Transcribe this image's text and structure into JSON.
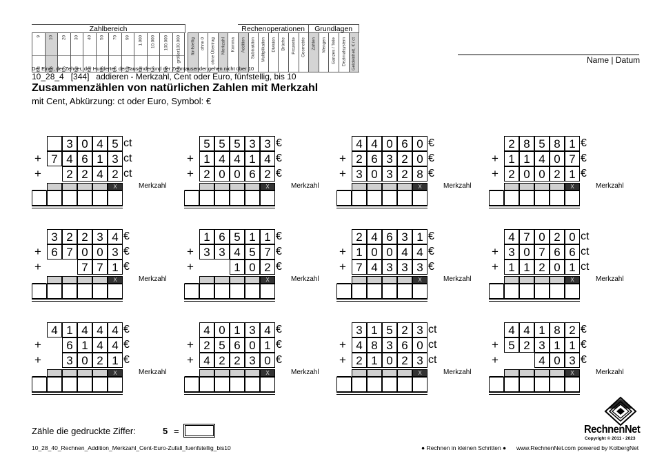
{
  "header": {
    "groups": [
      "Zahlbereich",
      "Rechenoperationen",
      "Grundlagen"
    ],
    "range_top": [
      "9",
      "10",
      "20",
      "30",
      "40",
      "50",
      "70",
      "99",
      "1.000",
      "10.000",
      "100.000",
      "größer100.000"
    ],
    "range_bottom": "bis",
    "range_shaded_index": 1,
    "columns": [
      "fünfstellig",
      "ohne 0",
      "ohne Übertrag",
      "Merkzahl",
      "Komma",
      "Addition",
      "Subtraktion",
      "Multiplikation",
      "Division",
      "Brüche",
      "Prozente",
      "Geometrie",
      "Zahlen",
      "Mengen",
      "Ganzes / Teile",
      "Dezimalsystem",
      "Geldeinheit, € / ct"
    ],
    "shaded_columns": [
      0,
      3,
      5,
      12,
      16
    ],
    "note": "Der Einer, der Zehner, der Hunderter, der Tausender und der Zehntausender gehen nicht über 10",
    "name_label": "Name | Datum"
  },
  "title": {
    "code_line": "10_28_4   [344]   addieren - Merkzahl, Cent oder Euro, fünfstellig, bis 10",
    "main": "Zusammenzählen von natürlichen Zahlen mit Merkzahl",
    "sub": "mit Cent, Abkürzung: ct oder Euro, Symbol: €"
  },
  "merkzahl_label": "Merkzahl",
  "carry_mark": "X",
  "problems": [
    {
      "rows": [
        "3045",
        "74613",
        "2242"
      ],
      "unit": "ct"
    },
    {
      "rows": [
        "55533",
        "14414",
        "20062"
      ],
      "unit": "€"
    },
    {
      "rows": [
        "44060",
        "26320",
        "30328"
      ],
      "unit": "€"
    },
    {
      "rows": [
        "28581",
        "11407",
        "20021"
      ],
      "unit": "€"
    },
    {
      "rows": [
        "32234",
        "67003",
        "771"
      ],
      "unit": "€"
    },
    {
      "rows": [
        "16511",
        "33457",
        "102"
      ],
      "unit": "€"
    },
    {
      "rows": [
        "24631",
        "10044",
        "74333"
      ],
      "unit": "€"
    },
    {
      "rows": [
        "47020",
        "30766",
        "11201"
      ],
      "unit": "ct"
    },
    {
      "rows": [
        "41444",
        "6144",
        "3021"
      ],
      "unit": "€"
    },
    {
      "rows": [
        "40134",
        "25601",
        "42230"
      ],
      "unit": "€"
    },
    {
      "rows": [
        "31523",
        "48360",
        "21023"
      ],
      "unit": "ct"
    },
    {
      "rows": [
        "44182",
        "52311",
        "403"
      ],
      "unit": "€"
    }
  ],
  "footer": {
    "count_label": "Zähle die gedruckte Ziffer:",
    "count_digit": "5",
    "equals": "=",
    "filename": "10_28_40_Rechnen_Addition_Merkzahl_Cent-Euro-Zufall_fuenfstellig_bis10",
    "slogan": "● Rechnen in kleinen Schritten ●",
    "site": "www.RechnenNet.com powered by KolbergNet",
    "brand": "RechnenNet",
    "copyright": "Copyright © 2011 - 2023"
  }
}
